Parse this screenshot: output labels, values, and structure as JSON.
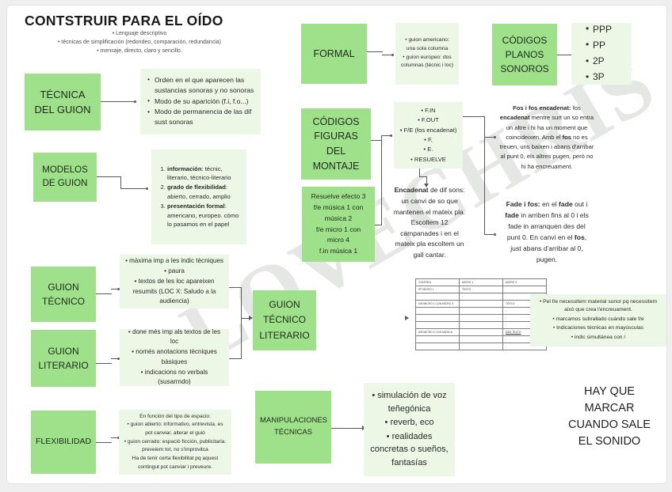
{
  "document": {
    "title": "CONTSTRUIR PARA EL OÍDO",
    "subtitle_items": [
      "Lenguaje descriptivo",
      "técnicas de simplificación (redondeo, comparación, redundancia)",
      "mensaje, directo, claro y sencillo."
    ],
    "watermark": "LOVECHRIS"
  },
  "colors": {
    "accent_green": "#9FE08A",
    "light_green": "#ECF7E6",
    "page": "#FFFFFF",
    "backdrop": "#EFEFEF",
    "connector": "#555A55"
  },
  "nodes": {
    "tecnica_del_guion": {
      "label": "TÉCNICA DEL GUION"
    },
    "tecnica_del_guion_detail": {
      "items": [
        "Orden en el que aparecen las sustancias sonoras y no sonoras",
        "Modo de su aparición (f.i, f.o...)",
        "Modo de permanencia de las dif sust sonoras"
      ]
    },
    "modelos_de_guion": {
      "label": "MODELOS DE GUION"
    },
    "modelos_de_guion_detail": {
      "items": [
        {
          "lead": "información",
          "rest": ": técnic, literario, técnico-literario"
        },
        {
          "lead": "grado de flexibilidad",
          "rest": ": abierto, cerrado, amplio"
        },
        {
          "lead": "presentación formal",
          "rest": ": americano, europeo. cómo lo pasamos en el papel"
        }
      ]
    },
    "guion_tecnico": {
      "label": "GUION TÉCNICO"
    },
    "guion_tecnico_detail": {
      "items": [
        "màxima imp a les indic tècniques",
        "paura",
        "textos de les loc apareixen resumits (LOC X: Saludo a la audiencia)"
      ]
    },
    "guion_literario": {
      "label": "GUION LITERARIO"
    },
    "guion_literario_detail": {
      "items": [
        "done més imp als textos de les loc",
        "només anotacions tècniques bàsiques",
        "indicacions no verbals (susarrndo)"
      ]
    },
    "guion_tecnico_literario": {
      "label": "GUION TÉCNICO LITERARIO"
    },
    "flexibilidad": {
      "label": "FLEXIBILIDAD"
    },
    "flexibilidad_detail": {
      "intro": "En función del tipo de espacio:",
      "items": [
        "guion abierto: informativo, entrevista. es pot canviar, alterar el guió",
        "guion cerrado: espaciò ficción, publicitaria. preveiem tot, no s'improvitca"
      ],
      "outro": "Ha de tenir certa flexibilitat pq aquest contingut pot canviar i preveure."
    },
    "formal": {
      "label": "FORMAL"
    },
    "formal_detail": {
      "items": [
        "guion americano: una sola columna",
        "guion europeo: dos columnas (técnic i loc)"
      ]
    },
    "codigos_planos_sonoros": {
      "label": "CÓDIGOS PLANOS SONOROS"
    },
    "codigos_planos_sonoros_detail": {
      "items": [
        "PPP",
        "PP",
        "2P",
        "3P"
      ]
    },
    "codigos_figuras_del_montaje": {
      "label": "CÓDIGOS FIGURAS DEL MONTAJE"
    },
    "codigos_figuras_detail": {
      "items": [
        "F.IN",
        "F.OUT",
        "F/E (fos encadenat)",
        "F,",
        "E.",
        "RESUELVE"
      ]
    },
    "resuelve_efecto": {
      "lines": [
        "Resuelve efecto 3",
        "f/e música 1 con",
        "música 2",
        "f/e micro 1 con",
        "micro 4",
        "f.in música 1"
      ]
    },
    "encadenat_note": {
      "lead": "Encadenat",
      "rest": " de dif sons: un canvi de so que mantenen el mateix pla. Escoltem 12 campanades i en el mateix pla escoltem un gall cantar."
    },
    "fos_note": {
      "html": "<b>Fos i fos encadenat:</b> fos <b>encadenat</b> mentre surt un so entra un altre i hi ha un moment que coincideixen. Amb el <b>fos</b> no es treuen, uns baixen i abans d'arribar al punt 0, els altres pugen, però no hi ha encreuament."
    },
    "fade_note": {
      "html": "<b>Fade i fos:</b> en el <b>fade</b> out i <b>fade</b> in arriben fins al 0 i els fade in arranquen des del punt 0. En canvi en el <b>fos</b>, just abans d'arribar al 0, pugen."
    },
    "manipulaciones_tecnicas": {
      "label": "MANIPULACIONES TÉCNICAS"
    },
    "manipulaciones_tecnicas_detail": {
      "items": [
        "simulación de voz teñegónica",
        "reverb, eco",
        "realidades concretas o sueños, fantasías"
      ]
    },
    "script_notes": {
      "items": [
        "Pel f/e necessitem material sonor pq necessitem això que crea l'encreuament.",
        "marcamos subrallado cuándo sale f/e",
        "Indicaciones técnicas en mayúsculas",
        "indic simultánea con /"
      ]
    },
    "closing_note": {
      "text": "HAY QUE MARCAR CUANDO SALE EL SONIDO"
    }
  },
  "script_table": {
    "headers": [
      "CONTROL",
      "MICRO 1",
      "MICRO 2"
    ],
    "rows": [
      {
        "control": "PP MICRO 1",
        "micro1": "TEXTO",
        "micro2": ""
      },
      {
        "control": "",
        "micro1": ".",
        "micro2": ""
      },
      {
        "control": "A/B  MICRO  1 CON MICRO 4",
        "micro1": "",
        "micro2": "TEXTO"
      },
      {
        "control": "",
        "micro1": "",
        "micro2": "."
      },
      {
        "control": "",
        "micro1": "",
        "micro2": "."
      },
      {
        "control": "",
        "micro1": "",
        "micro2": "."
      },
      {
        "control": "A/B  MICRO  4 CON MÚSICA",
        "micro1": "",
        "micro2": "MÁS TEXTO"
      },
      {
        "control": "",
        "micro1": "",
        "micro2": "."
      },
      {
        "control": "",
        "micro1": "",
        "micro2": "."
      }
    ]
  }
}
